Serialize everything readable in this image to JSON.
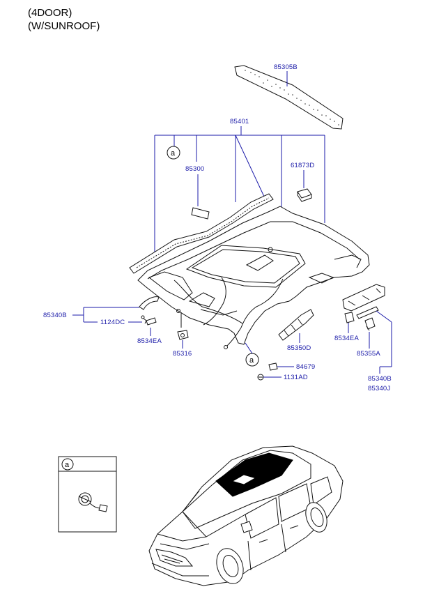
{
  "header": {
    "line1": "(4DOOR)",
    "line2": "(W/SUNROOF)"
  },
  "callouts": {
    "ref_a_upper": "a",
    "ref_a_lower": "a",
    "ref_a_inset": "a"
  },
  "parts": {
    "p85305B": "85305B",
    "p85401": "85401",
    "p85300": "85300",
    "p61873D": "61873D",
    "p85340B_left": "85340B",
    "p1124DC": "1124DC",
    "p8534EA_left": "8534EA",
    "p85316": "85316",
    "p85350D": "85350D",
    "p8534EA_right": "8534EA",
    "p85355A": "85355A",
    "p84679": "84679",
    "p1131AD": "1131AD",
    "p85340B_right": "85340B",
    "p85340J": "85340J"
  },
  "colors": {
    "label": "#1a1aa8",
    "line": "#1a1aa8",
    "drawing": "#111111"
  }
}
